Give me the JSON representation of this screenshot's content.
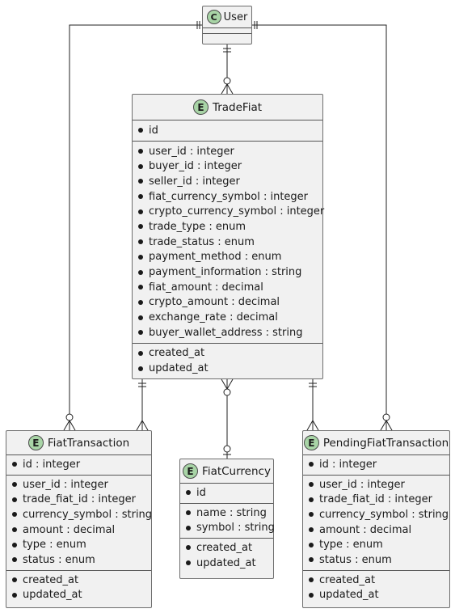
{
  "colors": {
    "entity_fill": "#f1f1f1",
    "entity_border": "#6e6e6e",
    "badge_fill": "#a8d4a6",
    "line": "#222222"
  },
  "user": {
    "badge": "C",
    "name": "User"
  },
  "trade_fiat": {
    "badge": "E",
    "name": "TradeFiat",
    "key_fields": [
      "id"
    ],
    "fields": [
      "user_id : integer",
      "buyer_id : integer",
      "seller_id : integer",
      "fiat_currency_symbol : integer",
      "crypto_currency_symbol : integer",
      "trade_type : enum",
      "trade_status : enum",
      "payment_method : enum",
      "payment_information : string",
      "fiat_amount : decimal",
      "crypto_amount : decimal",
      "exchange_rate : decimal",
      "buyer_wallet_address : string"
    ],
    "timestamps": [
      "created_at",
      "updated_at"
    ]
  },
  "fiat_transaction": {
    "badge": "E",
    "name": "FiatTransaction",
    "key_fields": [
      "id : integer"
    ],
    "fields": [
      "user_id : integer",
      "trade_fiat_id : integer",
      "currency_symbol : string",
      "amount : decimal",
      "type : enum",
      "status : enum"
    ],
    "timestamps": [
      "created_at",
      "updated_at"
    ]
  },
  "fiat_currency": {
    "badge": "E",
    "name": "FiatCurrency",
    "key_fields": [
      "id"
    ],
    "fields": [
      "name : string",
      "symbol : string"
    ],
    "timestamps": [
      "created_at",
      "updated_at"
    ]
  },
  "pending_fiat_transaction": {
    "badge": "E",
    "name": "PendingFiatTransaction",
    "key_fields": [
      "id : integer"
    ],
    "fields": [
      "user_id : integer",
      "trade_fiat_id : integer",
      "currency_symbol : string",
      "amount : decimal",
      "type : enum",
      "status : enum"
    ],
    "timestamps": [
      "created_at",
      "updated_at"
    ]
  }
}
